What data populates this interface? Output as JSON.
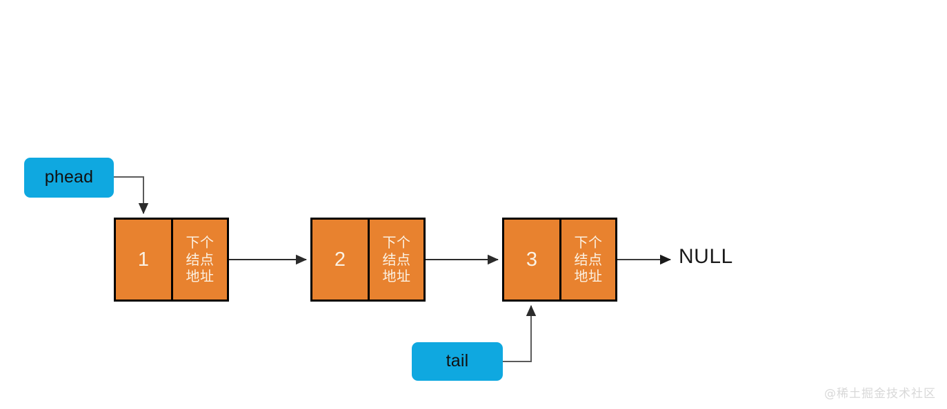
{
  "diagram": {
    "title": "Singly linked list with head and tail pointers",
    "background_color": "#FFFFFF",
    "node_fill_color": "#E8822F",
    "node_border_color": "#000000",
    "pointer_fill_color": "#0FA8E0",
    "node_text_color": "#FBF2E4",
    "connector_color": "#4D4D4D"
  },
  "pointers": [
    {
      "id": "phead",
      "label": "phead"
    },
    {
      "id": "tail",
      "label": "tail"
    }
  ],
  "nodes": [
    {
      "id": "node-1",
      "value": "1",
      "next_label_lines": [
        "下个",
        "结点",
        "地址"
      ],
      "next_label": "下个结点地址"
    },
    {
      "id": "node-2",
      "value": "2",
      "next_label_lines": [
        "下个",
        "结点",
        "地址"
      ],
      "next_label": "下个结点地址"
    },
    {
      "id": "node-3",
      "value": "3",
      "next_label_lines": [
        "下个",
        "结点",
        "地址"
      ],
      "next_label": "下个结点地址"
    }
  ],
  "terminator": {
    "label": "NULL"
  },
  "connectors": [
    {
      "id": "phead-to-node-1",
      "from": "phead",
      "to": "node-1",
      "style": "elbow-down-arrow"
    },
    {
      "id": "node-1-to-node-2",
      "from": "node-1",
      "to": "node-2",
      "style": "straight-right-arrow"
    },
    {
      "id": "node-2-to-node-3",
      "from": "node-2",
      "to": "node-3",
      "style": "straight-right-arrow"
    },
    {
      "id": "node-3-to-null",
      "from": "node-3",
      "to": "NULL",
      "style": "straight-right-arrow"
    },
    {
      "id": "tail-to-node-3",
      "from": "tail",
      "to": "node-3",
      "style": "elbow-up-arrow"
    }
  ],
  "watermark": {
    "text": "@稀土掘金技术社区"
  }
}
